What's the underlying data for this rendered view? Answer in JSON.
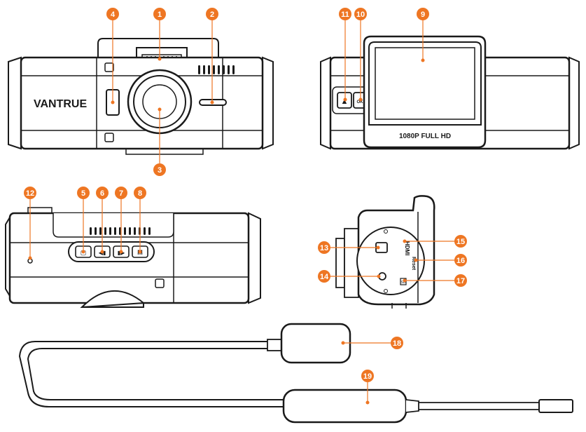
{
  "brand": "VANTRUE",
  "screen_label": "1080P FULL HD",
  "accent_color": "#ee7623",
  "body_color": "#1a1a1a",
  "side_labels": {
    "hdmi": "HDMI",
    "reset": "Reset",
    "sd": "SD"
  },
  "rear_buttons": {
    "event": "▲",
    "ok": "OK"
  },
  "bottom_buttons": [
    "▢",
    "◀▮",
    "▮▶",
    "M"
  ],
  "callouts": [
    "1",
    "2",
    "3",
    "4",
    "5",
    "6",
    "7",
    "8",
    "9",
    "10",
    "11",
    "12",
    "13",
    "14",
    "15",
    "16",
    "17",
    "18",
    "19"
  ]
}
